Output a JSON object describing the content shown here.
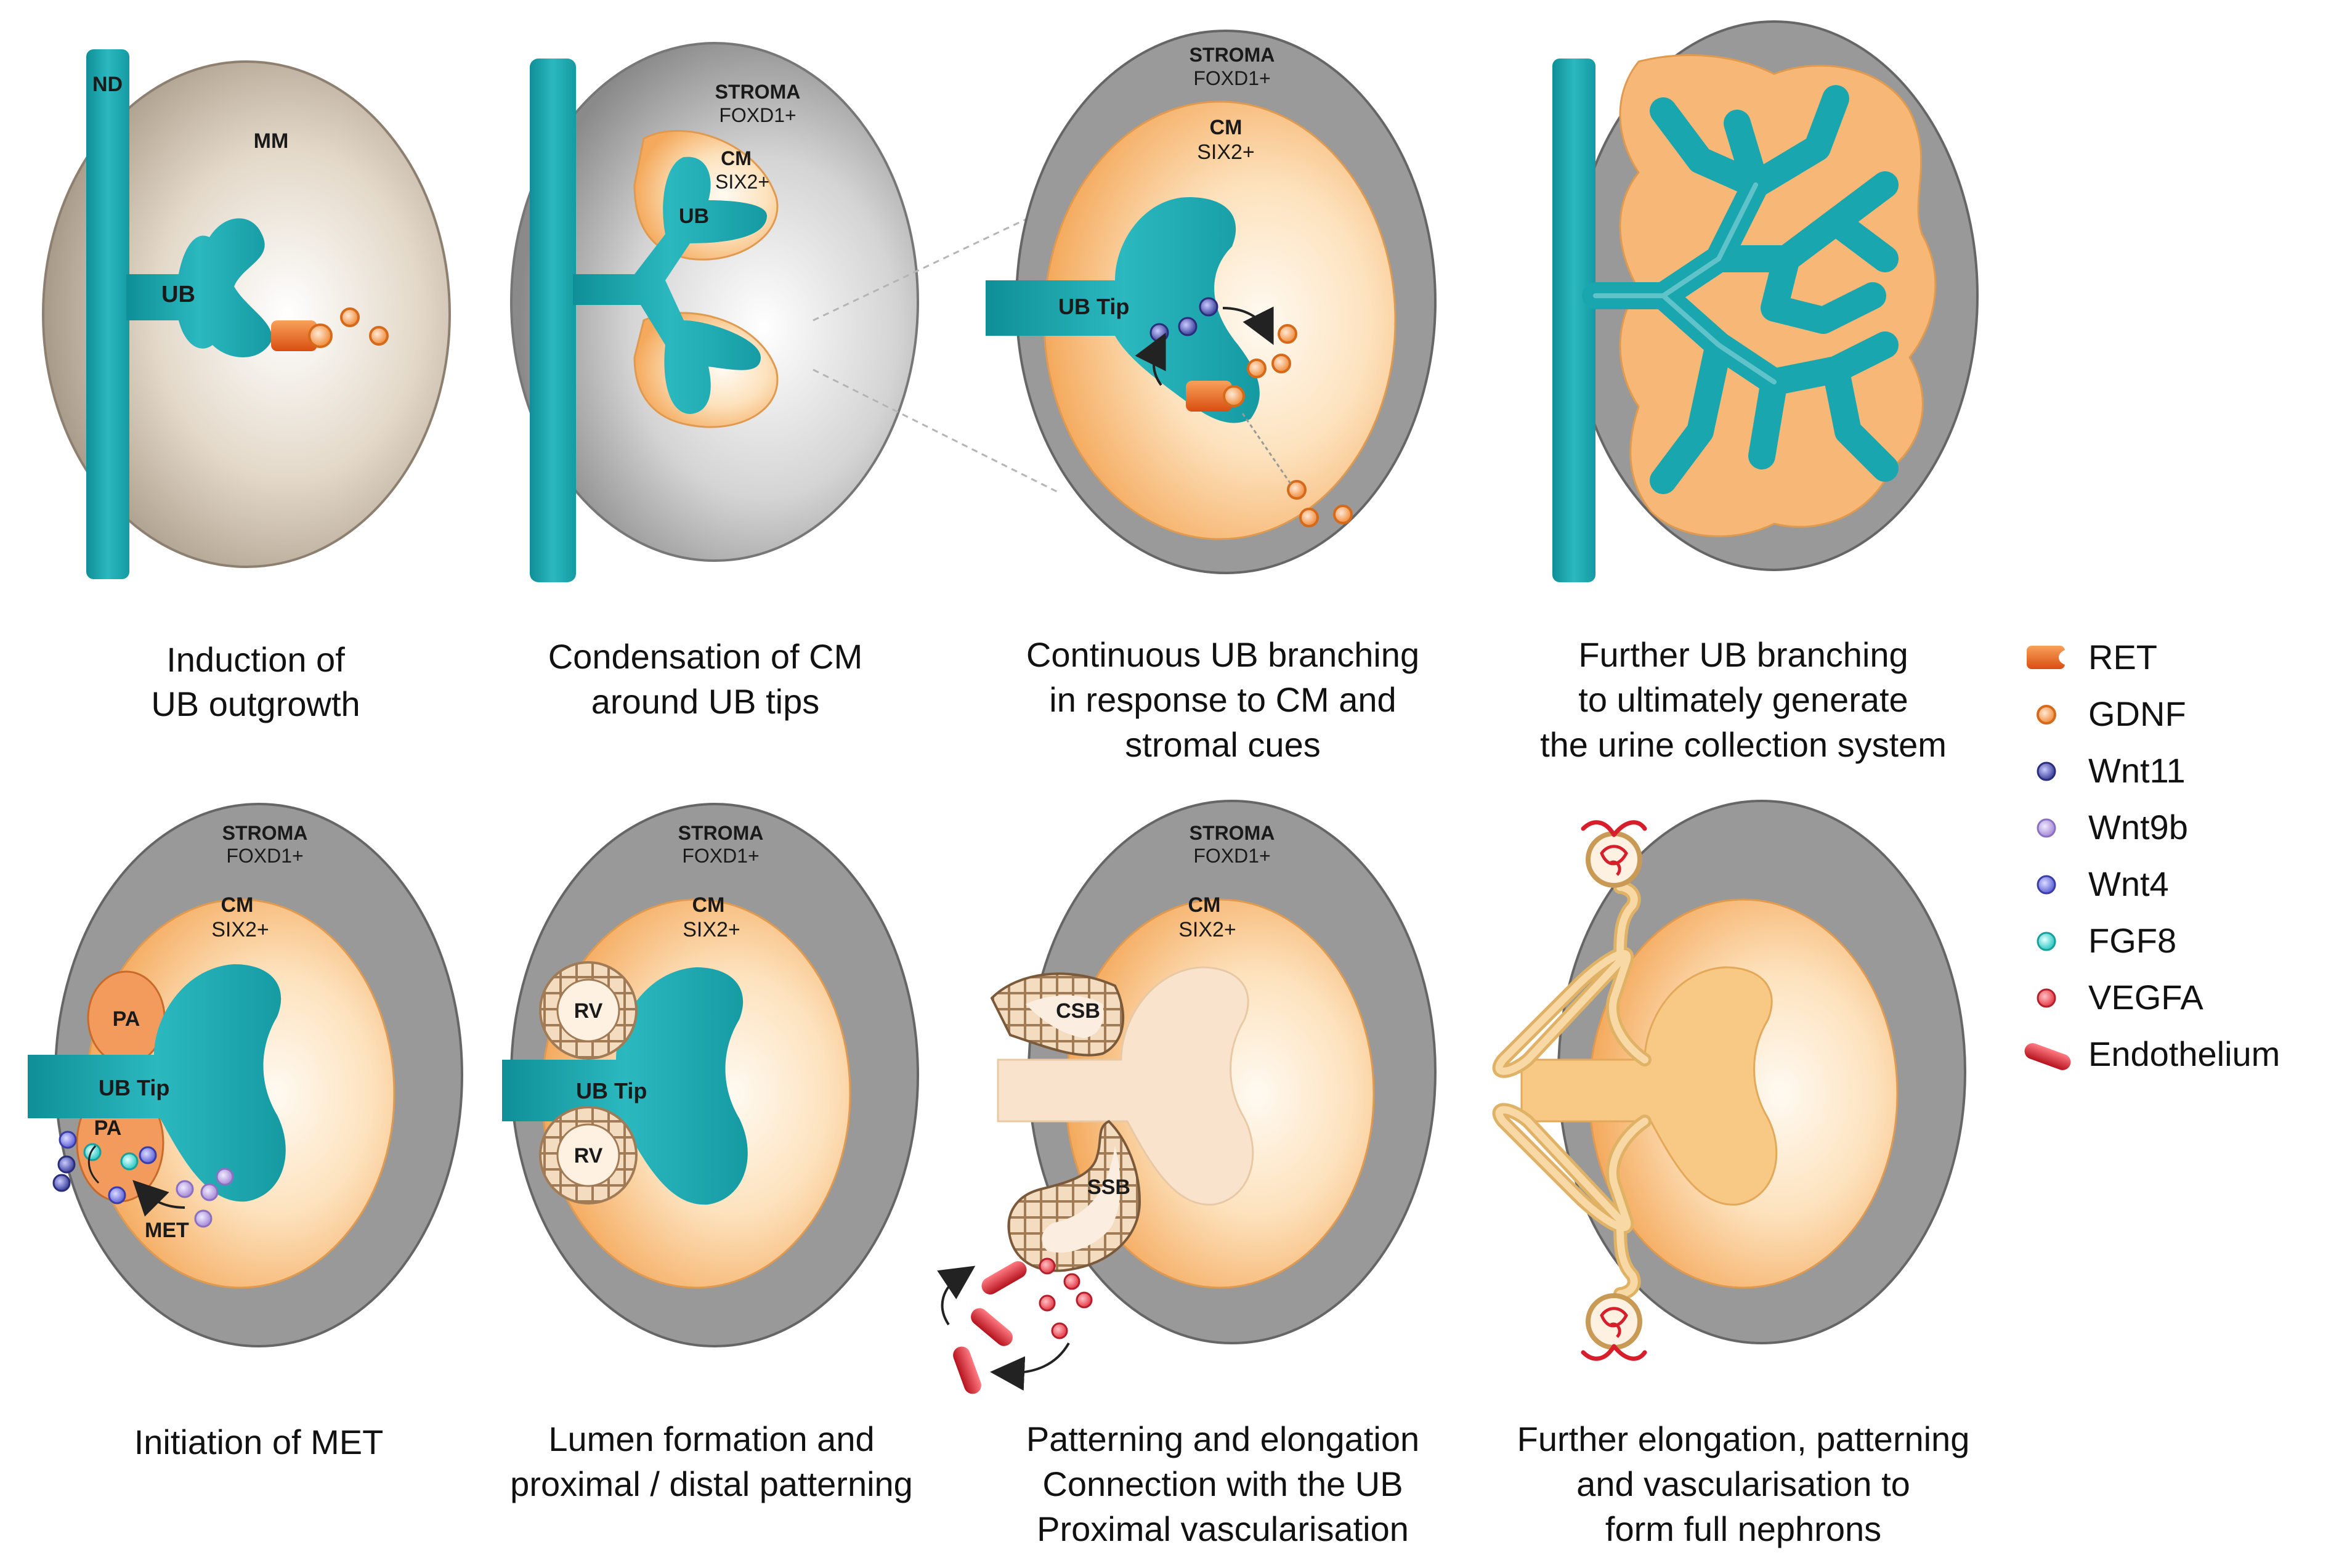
{
  "colors": {
    "ureteric_bud": "#1aa6ae",
    "cap_mesenchyme": "#f6b26b",
    "stroma": "#8c8c8c",
    "metanephric_mesenchyme": "#c9b9a4",
    "ret": "#ee6a1f",
    "gdnf": "#f08b3a",
    "wnt11": "#3b3f9a",
    "wnt9b": "#b39ddb",
    "wnt4": "#5b5fd6",
    "fgf8": "#3fd6d0",
    "vegfa": "#e53946",
    "endothelium": "#d61f2b",
    "nephron_tissue": "#f7dcc1"
  },
  "panels": [
    {
      "caption": [
        "Induction of",
        "UB outgrowth"
      ],
      "labels": {
        "nd": "ND",
        "mm": "MM",
        "ub": "UB"
      }
    },
    {
      "caption": [
        "Condensation of CM",
        "around UB tips"
      ],
      "labels": {
        "stroma": "STROMA",
        "foxd1": "FOXD1+",
        "cm": "CM",
        "six2": "SIX2+",
        "ub": "UB"
      }
    },
    {
      "caption": [
        "Continuous UB branching",
        "in response to CM and",
        "stromal cues"
      ],
      "labels": {
        "stroma": "STROMA",
        "foxd1": "FOXD1+",
        "cm": "CM",
        "six2": "SIX2+",
        "ub_tip": "UB Tip"
      }
    },
    {
      "caption": [
        "Further UB branching",
        "to ultimately generate",
        "the urine collection system"
      ],
      "labels": {}
    },
    {
      "caption": [
        "Initiation of MET"
      ],
      "labels": {
        "stroma": "STROMA",
        "foxd1": "FOXD1+",
        "cm": "CM",
        "six2": "SIX2+",
        "pa": "PA",
        "ub_tip": "UB Tip",
        "met": "MET"
      }
    },
    {
      "caption": [
        "Lumen formation and",
        "proximal / distal patterning"
      ],
      "labels": {
        "stroma": "STROMA",
        "foxd1": "FOXD1+",
        "cm": "CM",
        "six2": "SIX2+",
        "rv": "RV",
        "ub_tip": "UB Tip"
      }
    },
    {
      "caption": [
        "Patterning and elongation",
        "Connection with the UB",
        "Proximal vascularisation"
      ],
      "labels": {
        "stroma": "STROMA",
        "foxd1": "FOXD1+",
        "cm": "CM",
        "six2": "SIX2+",
        "csb": "CSB",
        "ssb": "SSB"
      }
    },
    {
      "caption": [
        "Further elongation, patterning",
        "and vascularisation to",
        "form full nephrons"
      ],
      "labels": {}
    }
  ],
  "legend": [
    {
      "label": "RET",
      "icon": "ret-receptor-icon"
    },
    {
      "label": "GDNF",
      "icon": "gdnf-dot-icon"
    },
    {
      "label": "Wnt11",
      "icon": "wnt11-dot-icon"
    },
    {
      "label": "Wnt9b",
      "icon": "wnt9b-dot-icon"
    },
    {
      "label": "Wnt4",
      "icon": "wnt4-dot-icon"
    },
    {
      "label": "FGF8",
      "icon": "fgf8-dot-icon"
    },
    {
      "label": "VEGFA",
      "icon": "vegfa-dot-icon"
    },
    {
      "label": "Endothelium",
      "icon": "endothelium-icon"
    }
  ]
}
